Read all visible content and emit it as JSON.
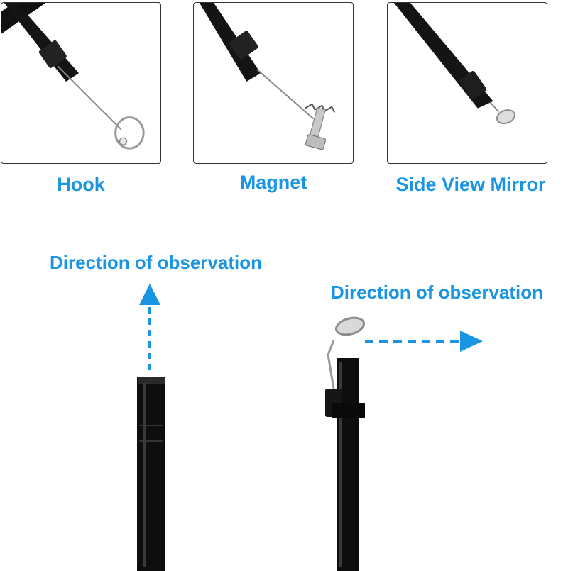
{
  "tools": [
    {
      "label": "Hook",
      "icon": "hook-icon"
    },
    {
      "label": "Magnet",
      "icon": "magnet-icon"
    },
    {
      "label": "Side View Mirror",
      "icon": "mirror-icon"
    }
  ],
  "observation": {
    "front_label": "Direction of observation",
    "side_label": "Direction of observation"
  },
  "colors": {
    "accent": "#1a95e3",
    "probe": "#111111",
    "metal": "#b8b8b8"
  }
}
